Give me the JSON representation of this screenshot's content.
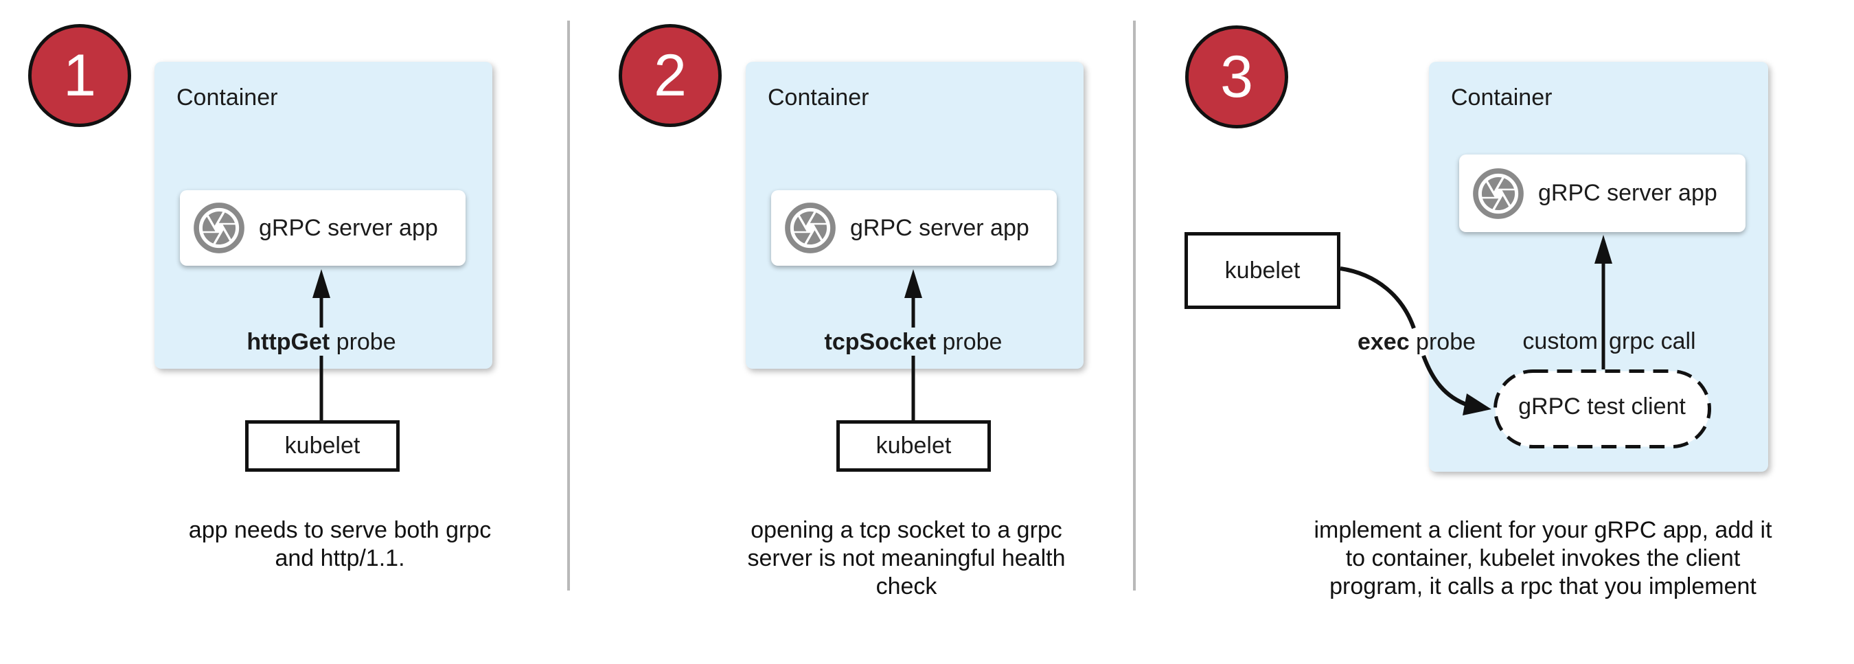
{
  "colors": {
    "accent_red": "#c0323e",
    "container_blue": "#def0fa",
    "icon_gray": "#8a8a8a",
    "divider_gray": "#b9b9b9",
    "line_black": "#111111"
  },
  "panels": [
    {
      "number": "1",
      "container_label": "Container",
      "app_icon": "aperture-icon",
      "app_label": "gRPC server app",
      "probe_label_bold": "httpGet",
      "probe_label_rest": " probe",
      "kubelet_label": "kubelet",
      "caption": "app needs to serve both grpc\nand http/1.1."
    },
    {
      "number": "2",
      "container_label": "Container",
      "app_icon": "aperture-icon",
      "app_label": "gRPC server app",
      "probe_label_bold": "tcpSocket",
      "probe_label_rest": " probe",
      "kubelet_label": "kubelet",
      "caption": "opening a tcp socket to a grpc\nserver is not meaningful health\ncheck"
    },
    {
      "number": "3",
      "container_label": "Container",
      "app_icon": "aperture-icon",
      "app_label": "gRPC server app",
      "probe_label_bold": "exec",
      "probe_label_rest": " probe",
      "kubelet_label": "kubelet",
      "custom_call_left": "custom",
      "custom_call_right": "grpc call",
      "test_client_label": "gRPC test client",
      "caption": "implement a client for your gRPC app, add it\nto container, kubelet invokes the client\nprogram, it calls a rpc that you implement"
    }
  ]
}
